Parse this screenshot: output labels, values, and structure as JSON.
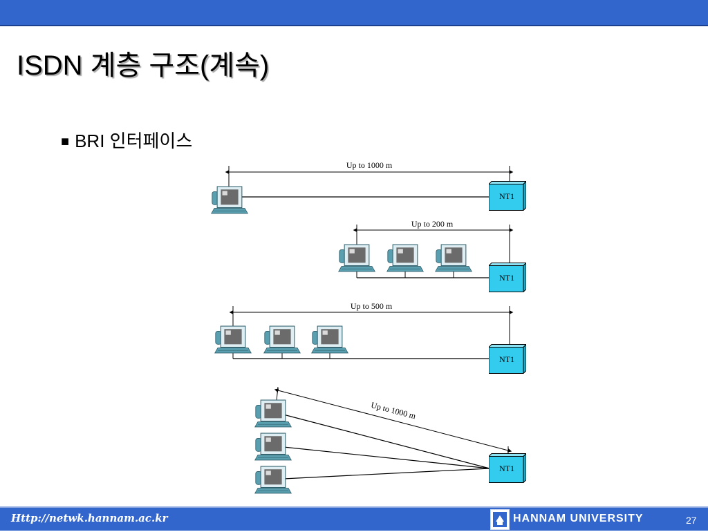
{
  "slide": {
    "title": "ISDN 계층 구조(계속)",
    "bullet_symbol": "■",
    "bullet_text": "BRI 인터페이스",
    "page_number": "27"
  },
  "diagram": {
    "configs": [
      {
        "distance_label": "Up to 1000 m",
        "terminals": 1,
        "device_label": "NT1"
      },
      {
        "distance_label": "Up to 200 m",
        "terminals": 3,
        "device_label": "NT1"
      },
      {
        "distance_label": "Up to 500 m",
        "terminals": 3,
        "device_label": "NT1"
      },
      {
        "distance_label": "Up to 1000 m",
        "terminals": 3,
        "device_label": "NT1"
      }
    ]
  },
  "footer": {
    "url": "Http://netwk.hannam.ac.kr",
    "university": "HANNAM UNIVERSITY"
  },
  "colors": {
    "bar": "#3366cc",
    "nt1_box": "#33ccee",
    "terminal": "#5a9fb0"
  }
}
